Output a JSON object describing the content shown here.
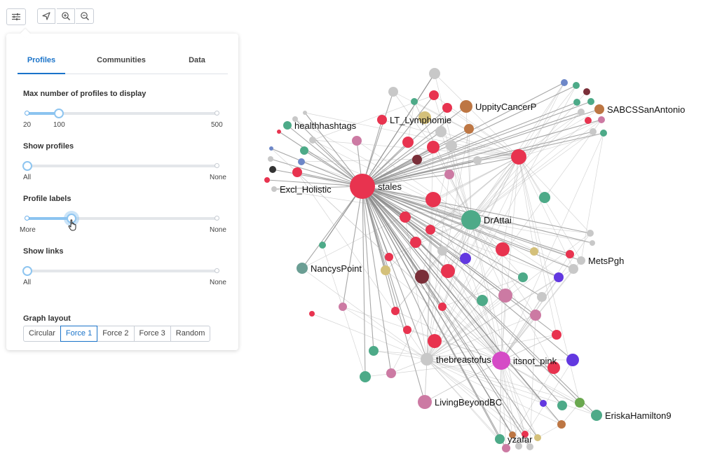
{
  "toolbar": {
    "settings_icon": "sliders-icon",
    "navigate_icon": "navigate-arrow-icon",
    "zoom_in_icon": "zoom-in-icon",
    "zoom_out_icon": "zoom-out-icon"
  },
  "panel": {
    "tabs": [
      "Profiles",
      "Communities",
      "Data"
    ],
    "active_tab": "Profiles",
    "max_profiles": {
      "title": "Max number of profiles to display",
      "min_label": "20",
      "value_label": "100",
      "max_label": "500",
      "value": 100,
      "min": 20,
      "max": 500
    },
    "show_profiles": {
      "title": "Show profiles",
      "left_label": "All",
      "right_label": "None",
      "value": 0
    },
    "profile_labels": {
      "title": "Profile labels",
      "left_label": "More",
      "right_label": "None",
      "value": 0.23
    },
    "show_links": {
      "title": "Show links",
      "left_label": "All",
      "right_label": "None",
      "value": 0
    },
    "graph_layout": {
      "title": "Graph layout",
      "options": [
        "Circular",
        "Force 1",
        "Force 2",
        "Force 3",
        "Random"
      ],
      "selected": "Force 1"
    }
  },
  "colors": {
    "red": "#e8334f",
    "grey": "#c8c8c8",
    "teal": "#4daa88",
    "pink": "#cc7aa3",
    "orange": "#bd7643",
    "purple": "#6238e0",
    "tan": "#d4c07a",
    "maroon": "#7a2f39",
    "magenta": "#d54bc6",
    "blue": "#6d87c8",
    "green": "#6aa84f",
    "dark": "#333333",
    "slate": "#6b9e94"
  },
  "labeled_profiles": [
    "stales",
    "DrAttai",
    "itsnot_pink",
    "thebreastofus",
    "LivingBeyondBC",
    "NancysPoint",
    "Excl_Holistic",
    "healthhashtags",
    "LT_Lymphomie",
    "UppityCancerP",
    "SABCSSanAntonio",
    "MetsPgh",
    "EriskaHamilton9",
    "yzafar"
  ]
}
